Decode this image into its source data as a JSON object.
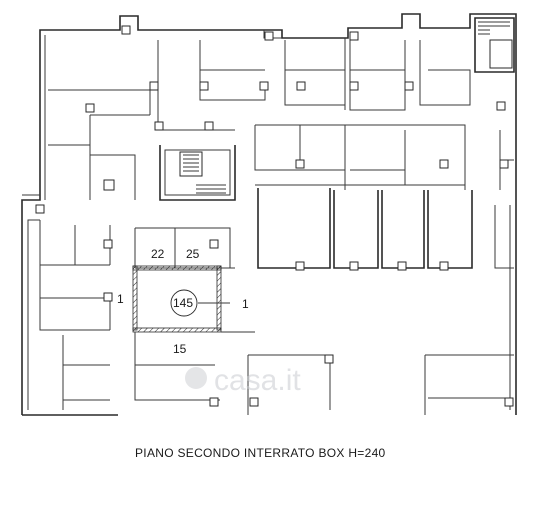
{
  "plan": {
    "title": "PIANO SECONDO INTERRATO BOX H=240",
    "labels": {
      "box_22": "22",
      "box_25": "25",
      "box_145": "145",
      "box_15": "15",
      "level_left": "1",
      "level_right": "1"
    },
    "watermark": "casa.it"
  }
}
